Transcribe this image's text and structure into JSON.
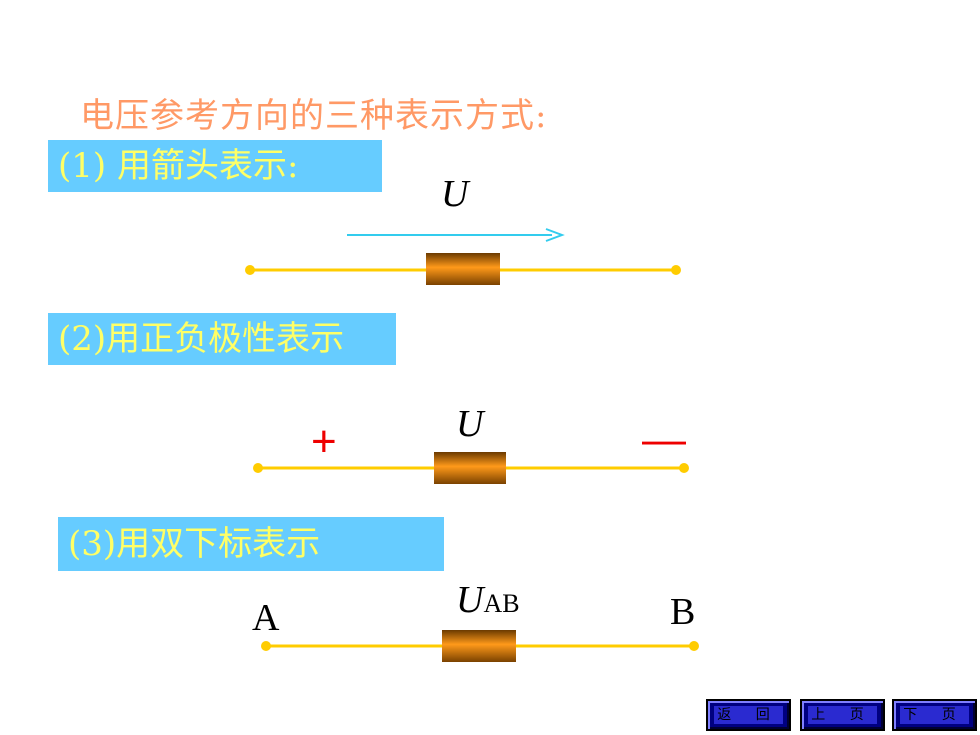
{
  "title": "电压参考方向的三种表示方式:",
  "sections": [
    {
      "label": "(1) 用箭头表示:"
    },
    {
      "label": "(2)用正负极性表示"
    },
    {
      "label": "(3)用双下标表示"
    }
  ],
  "diagram1": {
    "u_label": "U"
  },
  "diagram2": {
    "u_label": "U",
    "plus": "+",
    "minus": "—"
  },
  "diagram3": {
    "u_label": "U",
    "u_sub": "AB",
    "left_point": "A",
    "right_point": "B"
  },
  "nav": {
    "back": "返 回",
    "prev": "上 页",
    "next": "下 页"
  },
  "colors": {
    "title": "#ff9966",
    "label_bg": "#66ccff",
    "label_text": "#ffff66",
    "wire": "#ffcc00",
    "arrow": "#33ccee",
    "sign": "#ee0000"
  }
}
